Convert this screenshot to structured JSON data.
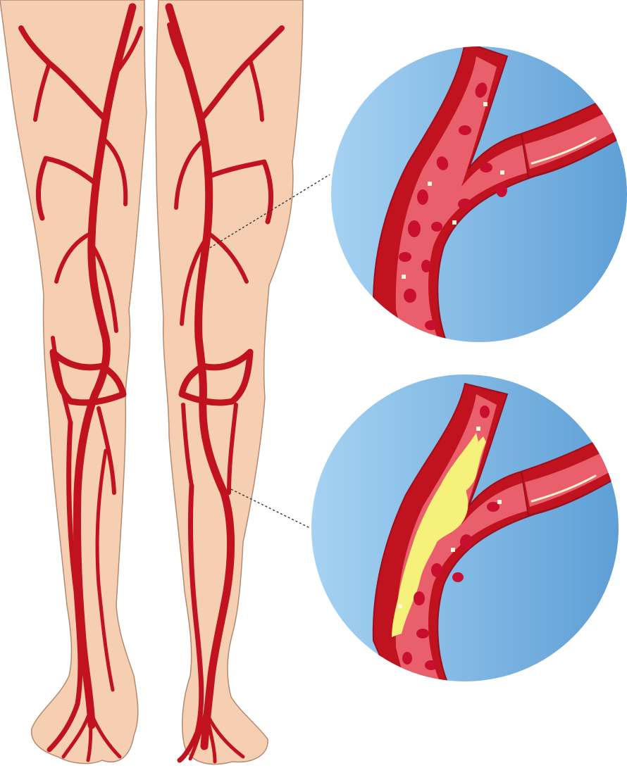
{
  "diagram": {
    "subject": "leg-arteries",
    "insets": [
      {
        "id": "healthy",
        "state": "clear-artery"
      },
      {
        "id": "blocked",
        "state": "plaque-buildup"
      }
    ]
  },
  "colors": {
    "skin": "#f6cfb3",
    "skin_outline": "#b28a72",
    "artery": "#c1121f",
    "artery_dark": "#9a0f1c",
    "vessel_inner": "#e9606c",
    "blood_cell": "#c8102e",
    "plaque": "#f6f17a",
    "inset_light": "#a6d2f2",
    "inset_dark": "#5e9fd6",
    "highlight": "#fff6d8"
  }
}
